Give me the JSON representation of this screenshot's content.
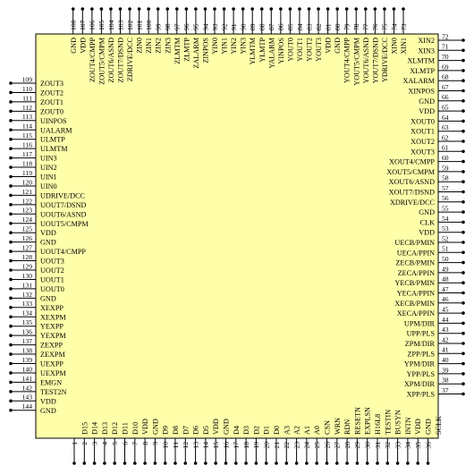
{
  "pins": {
    "bottom": [
      {
        "num": "1",
        "name": ""
      },
      {
        "num": "2",
        "name": "D15"
      },
      {
        "num": "3",
        "name": "D14"
      },
      {
        "num": "4",
        "name": "D13"
      },
      {
        "num": "5",
        "name": "D12"
      },
      {
        "num": "6",
        "name": "D11"
      },
      {
        "num": "7",
        "name": "D10"
      },
      {
        "num": "8",
        "name": "VDD"
      },
      {
        "num": "9",
        "name": "GND"
      },
      {
        "num": "10",
        "name": "D9"
      },
      {
        "num": "11",
        "name": "D8"
      },
      {
        "num": "12",
        "name": "D7"
      },
      {
        "num": "13",
        "name": "D6"
      },
      {
        "num": "14",
        "name": "D5"
      },
      {
        "num": "15",
        "name": "VDD"
      },
      {
        "num": "16",
        "name": "GND"
      },
      {
        "num": "17",
        "name": "D4"
      },
      {
        "num": "18",
        "name": "D3"
      },
      {
        "num": "19",
        "name": "D2"
      },
      {
        "num": "20",
        "name": "D1"
      },
      {
        "num": "21",
        "name": "D0"
      },
      {
        "num": "22",
        "name": "A3"
      },
      {
        "num": "23",
        "name": "A2"
      },
      {
        "num": "24",
        "name": "A1"
      },
      {
        "num": "25",
        "name": "A0"
      },
      {
        "num": "26",
        "name": "CSN"
      },
      {
        "num": "27",
        "name": "WRN"
      },
      {
        "num": "28",
        "name": "RDN"
      },
      {
        "num": "29",
        "name": "RESETN"
      },
      {
        "num": "30",
        "name": "EXPLSN"
      },
      {
        "num": "31",
        "name": "H16L8"
      },
      {
        "num": "32",
        "name": "TESTIN"
      },
      {
        "num": "33",
        "name": "BUSYN"
      },
      {
        "num": "34",
        "name": "INTN"
      },
      {
        "num": "35",
        "name": "VDD"
      },
      {
        "num": "36",
        "name": "GND"
      },
      {
        "num": "",
        "name": "SCLK"
      }
    ],
    "right": [
      {
        "num": "37",
        "name": "XPP/PLS"
      },
      {
        "num": "38",
        "name": "XPM/DIR"
      },
      {
        "num": "39",
        "name": "YPP/PLS"
      },
      {
        "num": "40",
        "name": "YPM/DIR"
      },
      {
        "num": "41",
        "name": "ZPP/PLS"
      },
      {
        "num": "42",
        "name": "ZPM/DIR"
      },
      {
        "num": "43",
        "name": "UPP/PLS"
      },
      {
        "num": "44",
        "name": "UPM/DIR"
      },
      {
        "num": "45",
        "name": "XECA/PPIN"
      },
      {
        "num": "46",
        "name": "XECB/PMIN"
      },
      {
        "num": "47",
        "name": "YECA/PPIN"
      },
      {
        "num": "48",
        "name": "YECB/PMIN"
      },
      {
        "num": "49",
        "name": "ZECA/PPIN"
      },
      {
        "num": "50",
        "name": "ZECB/PMIN"
      },
      {
        "num": "51",
        "name": "UECA/PPIN"
      },
      {
        "num": "52",
        "name": "UECB/PMIN"
      },
      {
        "num": "53",
        "name": "VDD"
      },
      {
        "num": "54",
        "name": "CLK"
      },
      {
        "num": "55",
        "name": "GND"
      },
      {
        "num": "56",
        "name": "XDRIVE/DCC"
      },
      {
        "num": "57",
        "name": "XOUT7/DSND"
      },
      {
        "num": "58",
        "name": "XOUT6/ASND"
      },
      {
        "num": "59",
        "name": "XOUT5/CMPM"
      },
      {
        "num": "60",
        "name": "XOUT4/CMPP"
      },
      {
        "num": "61",
        "name": "XOUT3"
      },
      {
        "num": "62",
        "name": "XOUT2"
      },
      {
        "num": "63",
        "name": "XOUT1"
      },
      {
        "num": "64",
        "name": "XOUT0"
      },
      {
        "num": "65",
        "name": "VDD"
      },
      {
        "num": "66",
        "name": "GND"
      },
      {
        "num": "67",
        "name": "XINPOS"
      },
      {
        "num": "68",
        "name": "XALARM"
      },
      {
        "num": "69",
        "name": "XLMTP"
      },
      {
        "num": "70",
        "name": "XLMTM"
      },
      {
        "num": "71",
        "name": "XIN3"
      },
      {
        "num": "72",
        "name": "XIN2"
      }
    ],
    "top": [
      {
        "num": "73",
        "name": "XIN1"
      },
      {
        "num": "74",
        "name": "XIN0"
      },
      {
        "num": "75",
        "name": "YDRIVE/DCC"
      },
      {
        "num": "76",
        "name": "YOUT7/DSND"
      },
      {
        "num": "77",
        "name": "YOUT6/ASND"
      },
      {
        "num": "78",
        "name": "YOUT5/CMPM"
      },
      {
        "num": "79",
        "name": "YOUT4/CMPP"
      },
      {
        "num": "80",
        "name": "GND"
      },
      {
        "num": "81",
        "name": "VDD"
      },
      {
        "num": "82",
        "name": "YOUT3"
      },
      {
        "num": "83",
        "name": "YOUT2"
      },
      {
        "num": "84",
        "name": "YOUT1"
      },
      {
        "num": "85",
        "name": "YOUT0"
      },
      {
        "num": "86",
        "name": "YINPOS"
      },
      {
        "num": "87",
        "name": "YALARM"
      },
      {
        "num": "88",
        "name": "YLMTP"
      },
      {
        "num": "89",
        "name": "YLMTM"
      },
      {
        "num": "90",
        "name": "YIN3"
      },
      {
        "num": "91",
        "name": "YIN2"
      },
      {
        "num": "92",
        "name": "YIN1"
      },
      {
        "num": "93",
        "name": "YIN0"
      },
      {
        "num": "94",
        "name": "ZINPOS"
      },
      {
        "num": "95",
        "name": "ZALARM"
      },
      {
        "num": "96",
        "name": "ZLMTP"
      },
      {
        "num": "97",
        "name": "ZLMTM"
      },
      {
        "num": "98",
        "name": "ZIN3"
      },
      {
        "num": "99",
        "name": "ZIN2"
      },
      {
        "num": "100",
        "name": "ZIN1"
      },
      {
        "num": "101",
        "name": "ZIN0"
      },
      {
        "num": "102",
        "name": "ZDRIVE/DCC"
      },
      {
        "num": "103",
        "name": "ZOUT7/DSND"
      },
      {
        "num": "104",
        "name": "ZOUT6/ASND"
      },
      {
        "num": "105",
        "name": "ZOUT5/CMPM"
      },
      {
        "num": "106",
        "name": "ZOUT4/CMPP"
      },
      {
        "num": "107",
        "name": "VDD"
      },
      {
        "num": "108",
        "name": "GND"
      }
    ],
    "left": [
      {
        "num": "109",
        "name": "ZOUT3"
      },
      {
        "num": "110",
        "name": "ZOUT2"
      },
      {
        "num": "111",
        "name": "ZOUT1"
      },
      {
        "num": "112",
        "name": "ZOUT0"
      },
      {
        "num": "113",
        "name": "UINPOS"
      },
      {
        "num": "114",
        "name": "UALARM"
      },
      {
        "num": "115",
        "name": "ULMTP"
      },
      {
        "num": "116",
        "name": "ULMTM"
      },
      {
        "num": "117",
        "name": "UIN3"
      },
      {
        "num": "118",
        "name": "UIN2"
      },
      {
        "num": "119",
        "name": "UIN1"
      },
      {
        "num": "120",
        "name": "UIN0"
      },
      {
        "num": "121",
        "name": "UDRIVE/DCC"
      },
      {
        "num": "122",
        "name": "UOUT7/DSND"
      },
      {
        "num": "123",
        "name": "UOUT6/ASND"
      },
      {
        "num": "124",
        "name": "UOUT5/CMPM"
      },
      {
        "num": "125",
        "name": "VDD"
      },
      {
        "num": "126",
        "name": "GND"
      },
      {
        "num": "127",
        "name": "UOUT4/CMPP"
      },
      {
        "num": "128",
        "name": "UOUT3"
      },
      {
        "num": "129",
        "name": "UOUT2"
      },
      {
        "num": "130",
        "name": "UOUT1"
      },
      {
        "num": "131",
        "name": "UOUT0"
      },
      {
        "num": "132",
        "name": "GND"
      },
      {
        "num": "133",
        "name": "XEXPP"
      },
      {
        "num": "134",
        "name": "XEXPM"
      },
      {
        "num": "135",
        "name": "YEXPP"
      },
      {
        "num": "136",
        "name": "YEXPM"
      },
      {
        "num": "137",
        "name": "ZEXPP"
      },
      {
        "num": "138",
        "name": "ZEXPM"
      },
      {
        "num": "139",
        "name": "UEXPP"
      },
      {
        "num": "140",
        "name": "UEXPM"
      },
      {
        "num": "141",
        "name": "EMGN"
      },
      {
        "num": "142",
        "name": "TEST2N"
      },
      {
        "num": "143",
        "name": "VDD"
      },
      {
        "num": "144",
        "name": "GND"
      }
    ]
  },
  "colors": {
    "body_fill": "#ffffaa",
    "body_stroke": "#000000",
    "pin": "#000000"
  }
}
